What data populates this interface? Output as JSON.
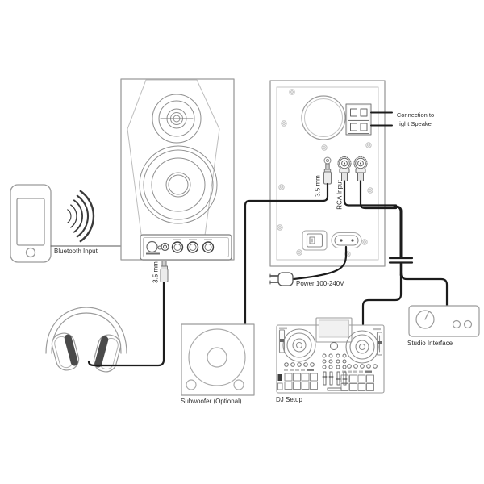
{
  "labels": {
    "bluetooth_input": "Bluetooth Input",
    "headphone_cable_35mm": "3.5 mm",
    "rear_aux_35mm": "3.5 mm",
    "rca_input": "RCA Input",
    "connection_line1": "Connection to",
    "connection_line2": "right Speaker",
    "power": "Power 100-240V",
    "subwoofer": "Subwoofer (Optional)",
    "dj_setup": "DJ Setup",
    "studio_interface": "Studio Interface"
  },
  "colors": {
    "outline": "#9b9b9b",
    "outline_light": "#c4c4c4",
    "connector": "#5a5a5a",
    "cable": "#1c1c1c",
    "text": "#2e2e2e",
    "background": "#ffffff"
  }
}
